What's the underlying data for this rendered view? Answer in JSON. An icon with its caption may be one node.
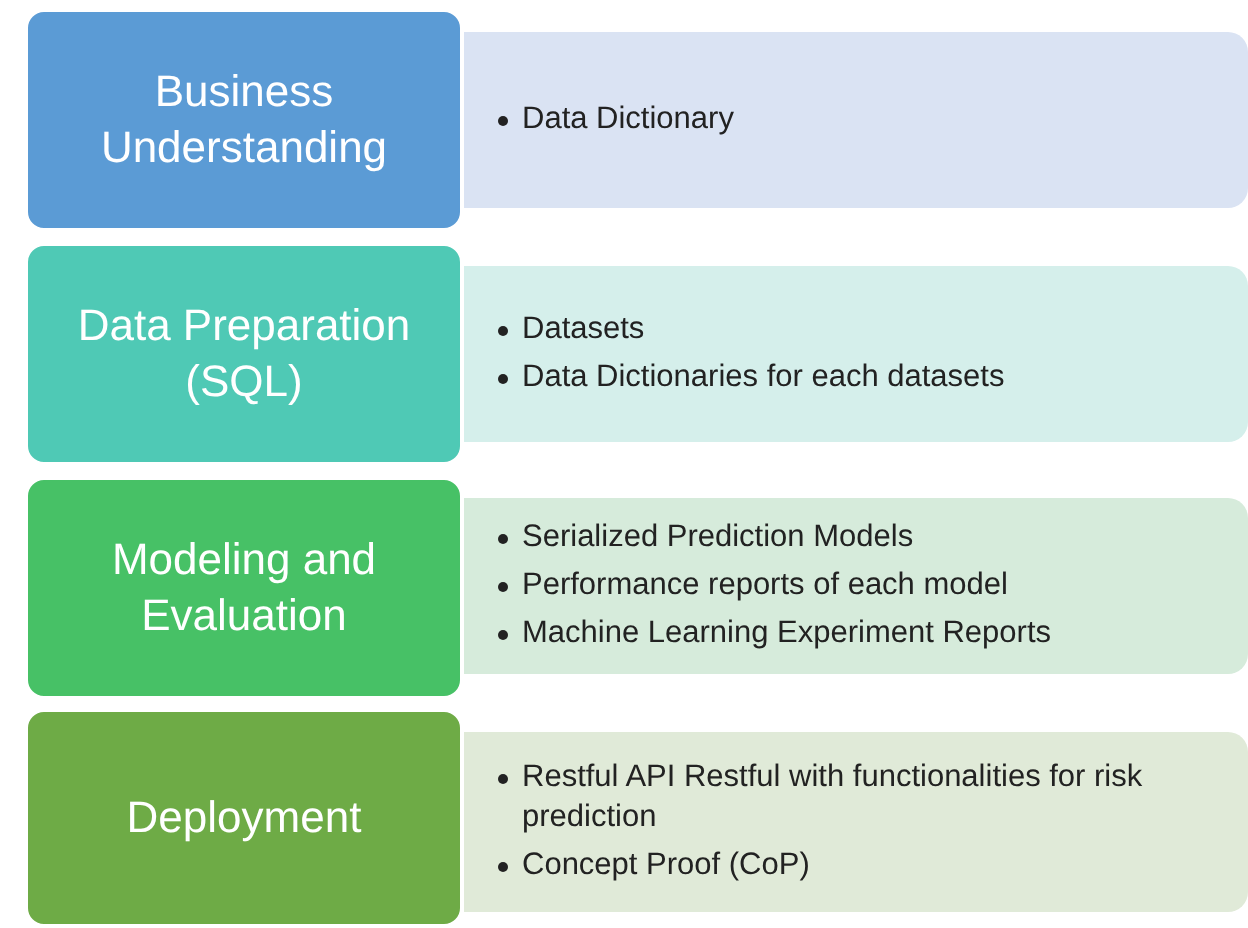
{
  "diagram": {
    "nodes": [
      {
        "text": [
          "Business Understanding"
        ]
      },
      {
        "text": [
          "Data Dictionary"
        ]
      },
      {
        "text": [
          "Data Preparation (SQL)"
        ]
      },
      {
        "text": [
          "Datasets",
          "Data Dictionaries for each datasets"
        ]
      },
      {
        "text": [
          "Modeling and Evaluation"
        ]
      },
      {
        "text": [
          "Serialized Prediction Models",
          "Performance reports of each model",
          "Machine Learning Experiment Reports"
        ]
      },
      {
        "text": [
          "Deployment"
        ]
      },
      {
        "text": [
          "Restful API Restful with functionalities for risk prediction",
          "Concept Proof (CoP)"
        ]
      }
    ]
  }
}
